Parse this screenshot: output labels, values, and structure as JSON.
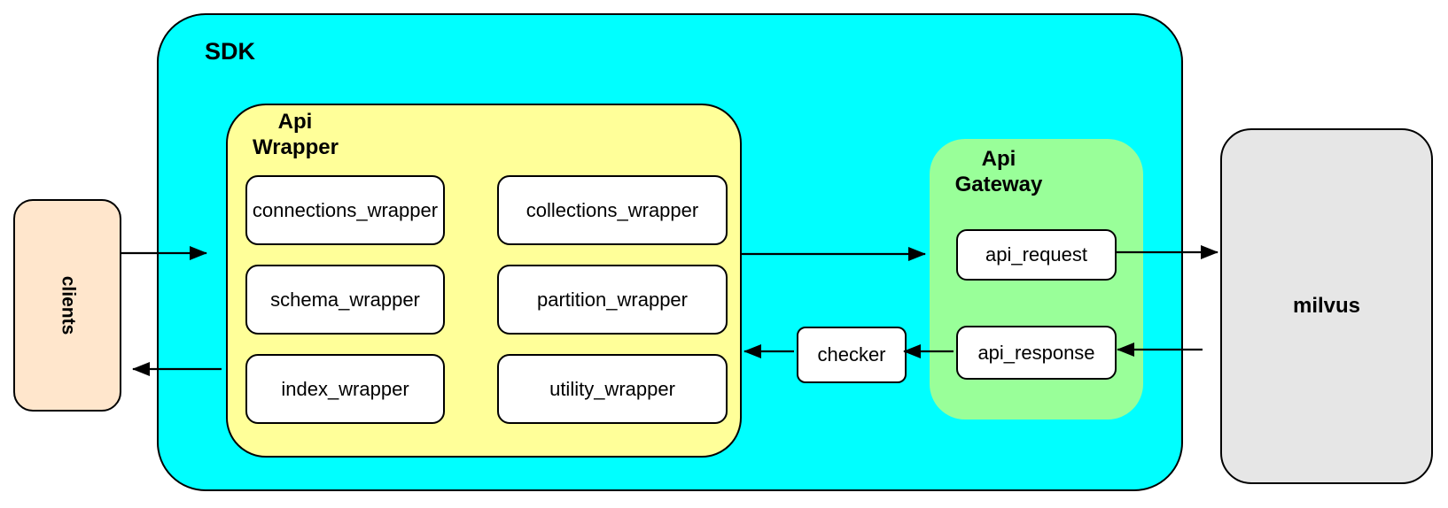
{
  "diagram": {
    "clients": {
      "label": "clients",
      "fill": "#FFE6CC"
    },
    "sdk": {
      "label": "SDK",
      "fill": "#00FFFF"
    },
    "api_wrapper": {
      "label": "Api\nWrapper",
      "fill": "#FFFF99",
      "modules": [
        "connections_wrapper",
        "collections_wrapper",
        "schema_wrapper",
        "partition_wrapper",
        "index_wrapper",
        "utility_wrapper"
      ]
    },
    "checker": {
      "label": "checker",
      "fill": "#FFFFFF"
    },
    "api_gateway": {
      "label": "Api\nGateway",
      "fill": "#99FF99",
      "request_label": "api_request",
      "response_label": "api_response"
    },
    "milvus": {
      "label": "milvus",
      "fill": "#E6E6E6"
    }
  }
}
